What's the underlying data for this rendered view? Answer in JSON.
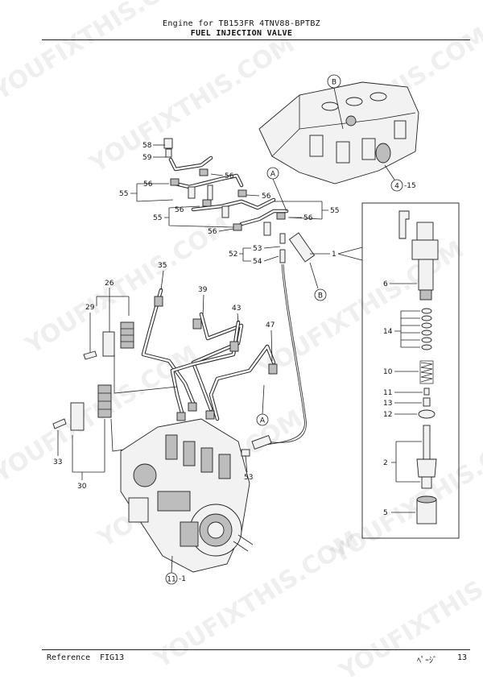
{
  "header": {
    "line1": "Engine for TB153FR  4TNV88-BPTBZ",
    "line2": "FUEL INJECTION VALVE"
  },
  "footer": {
    "reference": "Reference",
    "figure": "FIG13",
    "page_label": "ﾍﾟｰｼﾞ",
    "page_number": "13"
  },
  "watermark": {
    "text": "YOUFIXTHIS.COM"
  },
  "callouts": {
    "n58": "58",
    "n59": "59",
    "n56a": "56",
    "n55a": "55",
    "n56b": "56",
    "n56c": "56",
    "n55b": "55",
    "n56d": "56",
    "n56e": "56",
    "n55c": "55",
    "n56f": "56",
    "n53a": "53",
    "n52": "52",
    "n54": "54",
    "n1": "1",
    "n35": "35",
    "n26": "26",
    "n29": "29",
    "n39": "39",
    "n43": "43",
    "n47": "47",
    "n33": "33",
    "n30": "30",
    "n53b": "53",
    "n11ref": "11",
    "n11ref_suffix": "-1",
    "n4ref": "4",
    "n4ref_suffix": "-15",
    "refA1": "A",
    "refA2": "A",
    "refB1": "B",
    "refB2": "B",
    "n6": "6",
    "n14": "14",
    "n10": "10",
    "n11": "11",
    "n13": "13",
    "n12": "12",
    "n2": "2",
    "n5": "5"
  }
}
